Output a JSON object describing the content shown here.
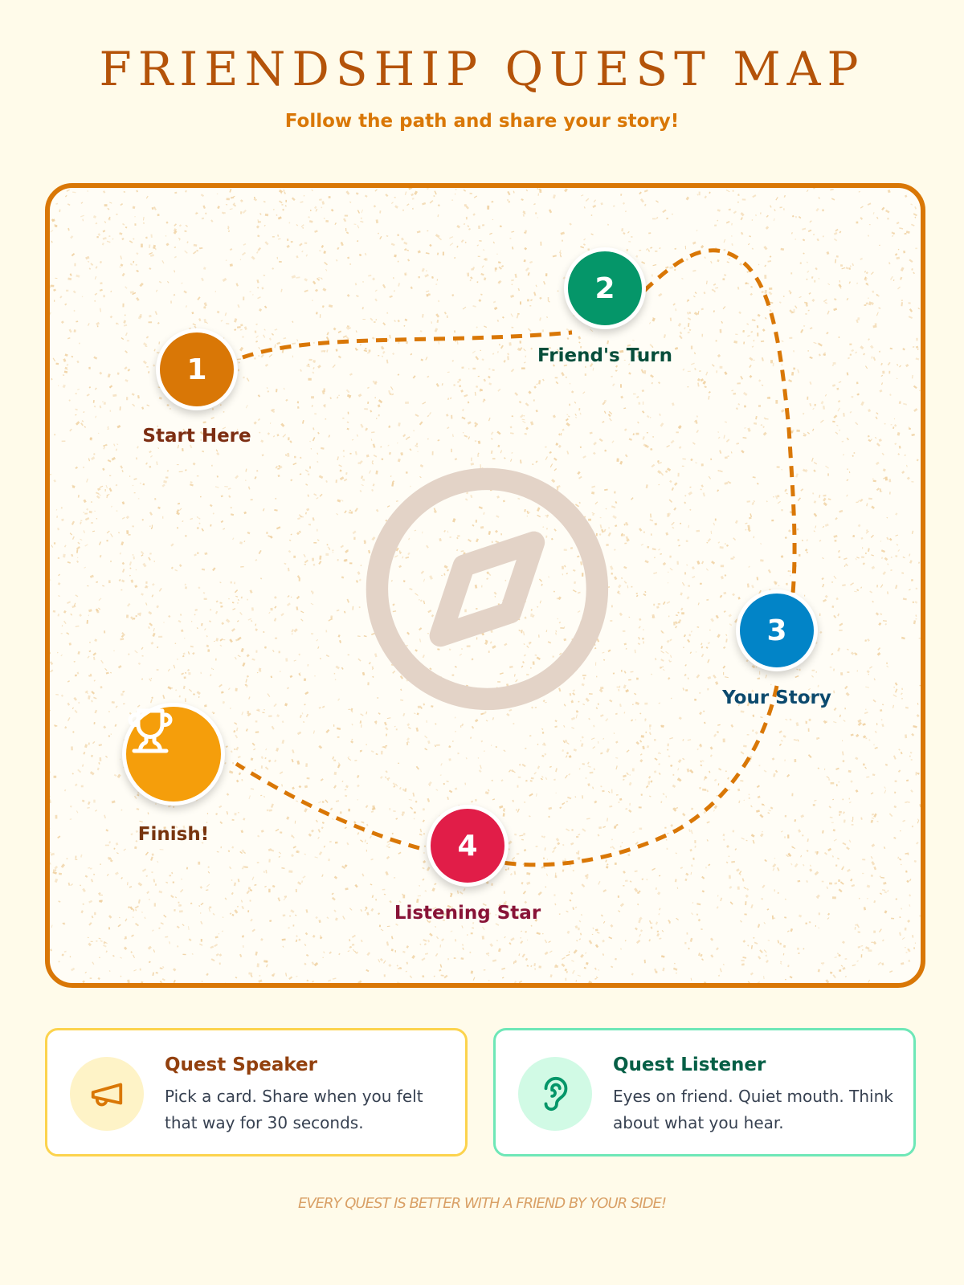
{
  "header": {
    "title": "FRIENDSHIP QUEST MAP",
    "subtitle": "Follow the path and share your story!"
  },
  "map": {
    "stops": [
      {
        "number": "1",
        "label": "Start Here",
        "color": "#d97706",
        "label_color": "#7c2d12"
      },
      {
        "number": "2",
        "label": "Friend's Turn",
        "color": "#059669",
        "label_color": "#064e3b"
      },
      {
        "number": "3",
        "label": "Your Story",
        "color": "#0284c7",
        "label_color": "#0c4a6e"
      },
      {
        "number": "4",
        "label": "Listening Star",
        "color": "#e11d48",
        "label_color": "#881337"
      },
      {
        "icon": "trophy-icon",
        "label": "Finish!",
        "color": "#f59e0b",
        "label_color": "#78350f"
      }
    ],
    "center_icon": "compass-icon",
    "path_color": "#d97706"
  },
  "cards": [
    {
      "icon": "megaphone-icon",
      "title": "Quest Speaker",
      "text": "Pick a card. Share when you felt that way for 30 seconds.",
      "accent": "#fcd34d"
    },
    {
      "icon": "ear-icon",
      "title": "Quest Listener",
      "text": "Eyes on friend. Quiet mouth. Think about what you hear.",
      "accent": "#6ee7b7"
    }
  ],
  "footer": "EVERY QUEST IS BETTER WITH A FRIEND BY YOUR SIDE!"
}
